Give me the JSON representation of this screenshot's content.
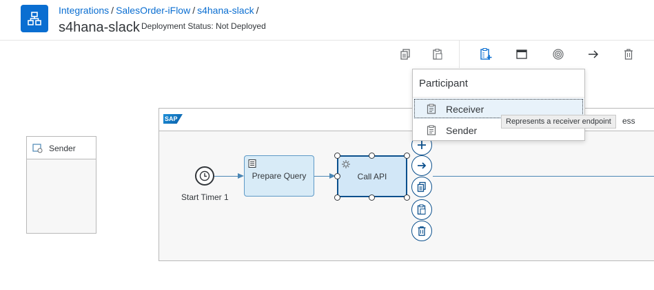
{
  "header": {
    "breadcrumb": [
      "Integrations",
      "SalesOrder-iFlow",
      "s4hana-slack"
    ],
    "breadcrumb_separator": "/",
    "title": "s4hana-slack",
    "deployment_status": "Deployment Status: Not Deployed",
    "app_icon": "hierarchy-icon"
  },
  "toolbar": {
    "icons": [
      "copy-icon",
      "paste-icon",
      "participant-add-icon",
      "window-icon",
      "target-icon",
      "arrow-right-icon",
      "delete-icon"
    ]
  },
  "canvas": {
    "sender_pool": {
      "label": "Sender"
    },
    "process_pool": {
      "logo": "SAP",
      "name_partial": "ess"
    },
    "timer": {
      "label": "Start Timer 1"
    },
    "steps": [
      {
        "label": "Prepare Query"
      },
      {
        "label": "Call API"
      }
    ],
    "context_buttons": [
      "plus-icon",
      "arrow-right-icon",
      "copy-icon",
      "paste-icon",
      "delete-icon"
    ]
  },
  "popover": {
    "title": "Participant",
    "items": [
      {
        "label": "Receiver",
        "icon": "clipboard-icon"
      },
      {
        "label": "Sender",
        "icon": "clipboard-icon"
      }
    ]
  },
  "tooltip": {
    "text": "Represents a receiver endpoint"
  },
  "colors": {
    "accent": "#0a6ed1",
    "step_fill": "#d8ebf7",
    "step_border": "#5d99c6",
    "selected_border": "#0a4f8c",
    "flow_line": "#4a86b4"
  }
}
